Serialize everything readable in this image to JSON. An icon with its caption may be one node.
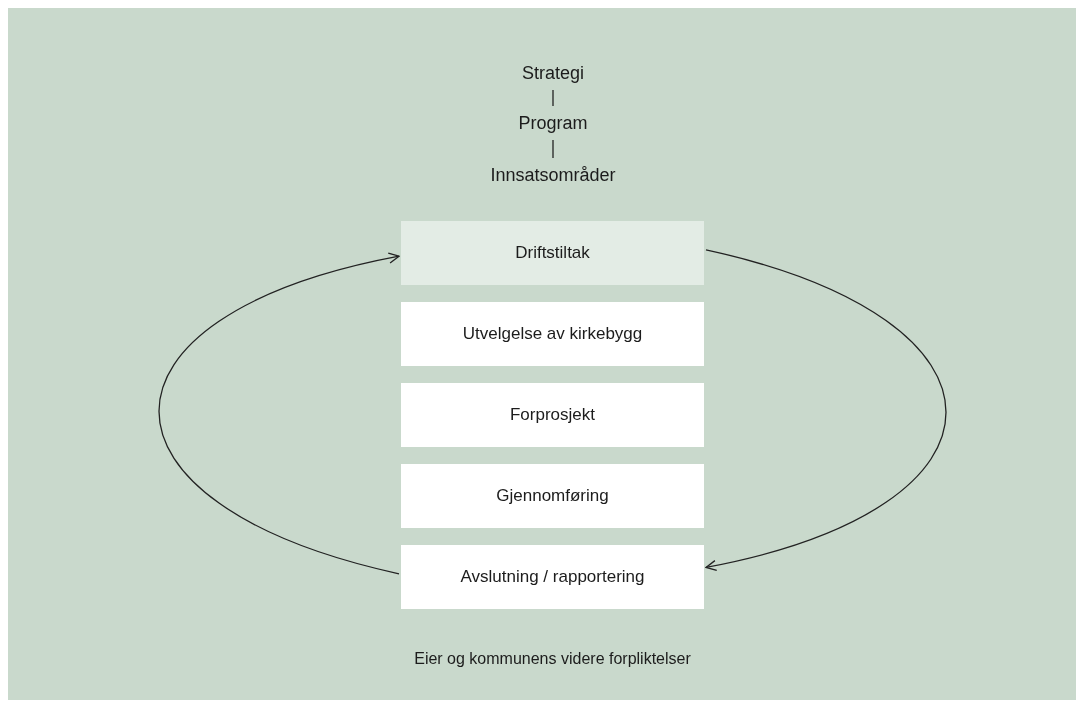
{
  "diagram": {
    "nodes": [
      {
        "text": [
          "Strategi"
        ]
      },
      {
        "text": [
          "Program"
        ]
      },
      {
        "text": [
          "Innsatsområder"
        ]
      },
      {
        "text": [
          "Driftstiltak"
        ]
      },
      {
        "text": [
          "Utvelgelse av kirkebygg"
        ]
      },
      {
        "text": [
          "Forprosjekt"
        ]
      },
      {
        "text": [
          "Gjennomføring"
        ]
      },
      {
        "text": [
          "Avslutning / rapportering"
        ]
      }
    ],
    "edges": [
      {
        "from": 0,
        "to": 1,
        "arrow": "none"
      },
      {
        "from": 1,
        "to": 2,
        "arrow": "none"
      },
      {
        "from": 3,
        "to": 7,
        "arrow": "to"
      },
      {
        "from": 7,
        "to": 3,
        "arrow": "to"
      }
    ],
    "labels": [
      "Eier og kommunens videre forpliktelser"
    ]
  }
}
